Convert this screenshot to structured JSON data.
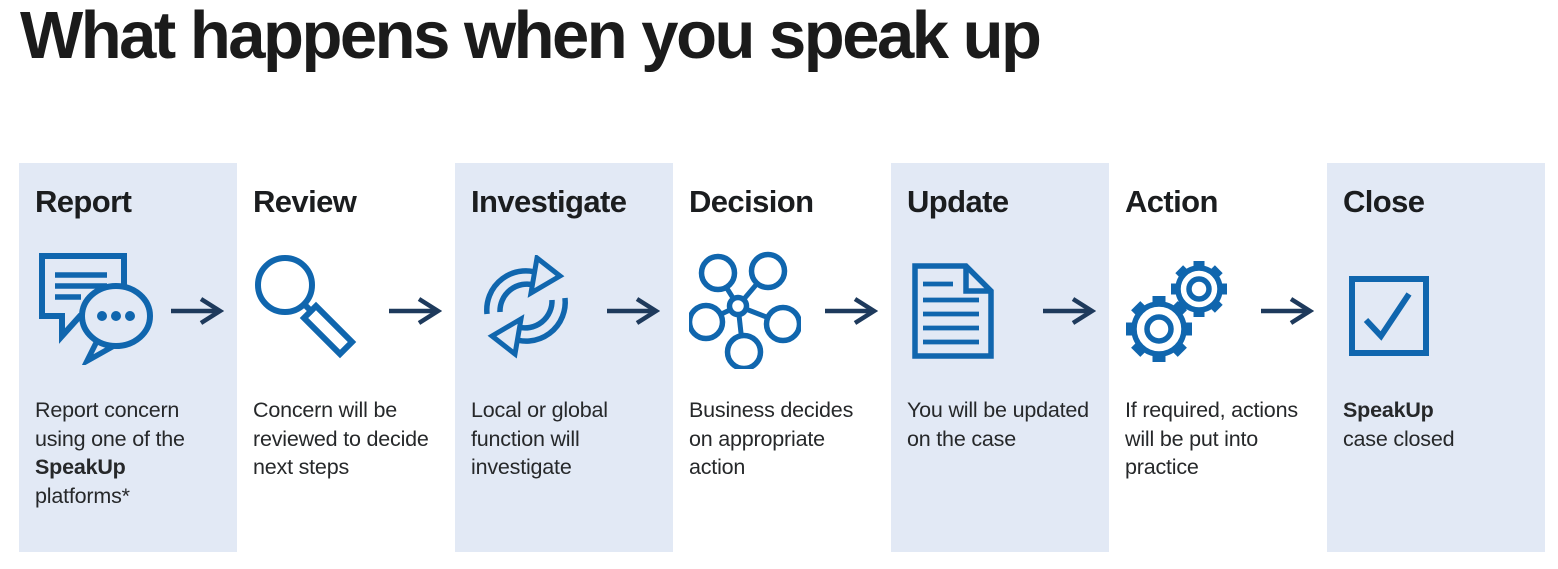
{
  "title": "What happens when you speak up",
  "colors": {
    "panel_blue": "#e2e9f5",
    "icon_blue": "#1066ae",
    "arrow_navy": "#1e3a5c",
    "heading_black": "#1b1d1f",
    "body_text": "#26282a"
  },
  "steps": [
    {
      "title": "Report",
      "icon": "speech-bubbles",
      "highlighted": true,
      "lines": [
        "Report concern",
        "using one of the",
        "SpeakUp",
        "platforms*"
      ]
    },
    {
      "title": "Review",
      "icon": "magnifier",
      "highlighted": false,
      "lines": [
        "Concern will be",
        "reviewed to decide",
        "next steps"
      ]
    },
    {
      "title": "Investigate",
      "icon": "refresh-cycle",
      "highlighted": true,
      "lines": [
        "Local or global",
        "function will",
        "investigate"
      ]
    },
    {
      "title": "Decision",
      "icon": "network-nodes",
      "highlighted": false,
      "lines": [
        "Business decides",
        "on appropriate",
        "action"
      ]
    },
    {
      "title": "Update",
      "icon": "document",
      "highlighted": true,
      "lines": [
        "You will be updated",
        "on the case"
      ]
    },
    {
      "title": "Action",
      "icon": "gears",
      "highlighted": false,
      "lines": [
        "If required, actions",
        "will be put into",
        "practice"
      ]
    },
    {
      "title": "Close",
      "icon": "checkbox-check",
      "highlighted": true,
      "lines": [
        "SpeakUp",
        "case closed"
      ]
    }
  ]
}
